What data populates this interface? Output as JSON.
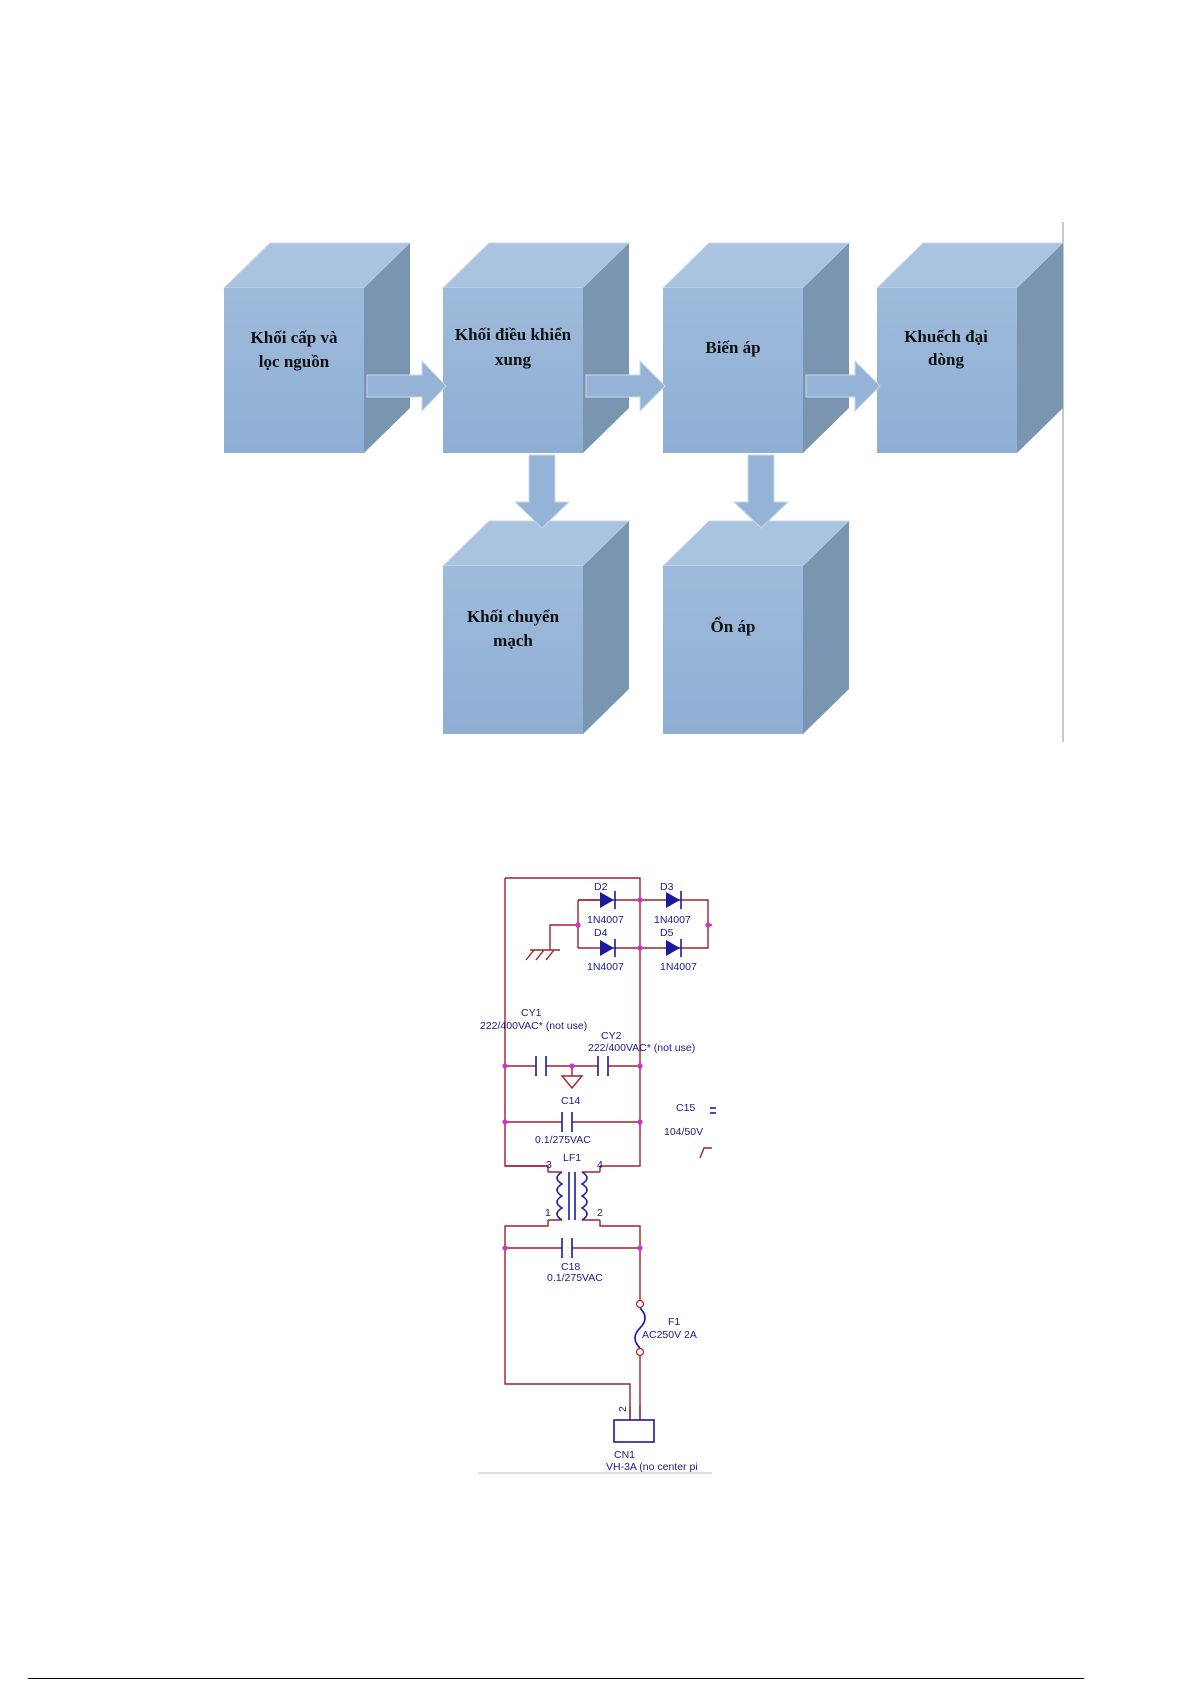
{
  "blocks": {
    "power_filter": [
      "Khối cấp và",
      "lọc nguồn"
    ],
    "pulse_control": [
      "Khối điều khiển",
      "xung"
    ],
    "transformer": [
      "Biến áp"
    ],
    "current_amp": [
      "Khuếch đại",
      "dòng"
    ],
    "switching": [
      "Khối chuyển",
      "mạch"
    ],
    "regulator": [
      "Ổn áp"
    ]
  },
  "colors": {
    "block_front": "#95b3d7",
    "block_top": "#a9c3e0",
    "block_side": "#7a95b0",
    "arrow": "#95b3d7",
    "wire": "#a0202a",
    "component": "#1a1aa0",
    "node": "#d030d0"
  },
  "schematic": {
    "D2": "D2",
    "D3": "D3",
    "D4": "D4",
    "D5": "D5",
    "diode_part": "1N4007",
    "CY1": "CY1",
    "CY1_val": "222/400VAC* (not use)",
    "CY2": "CY2",
    "CY2_val": "222/400VAC* (not use)",
    "C14": "C14",
    "C14_val": "0.1/275VAC",
    "C15": "C15",
    "C15_val": "104/50V",
    "LF1": "LF1",
    "pin1": "1",
    "pin2": "2",
    "pin3": "3",
    "pin4": "4",
    "C18": "C18",
    "C18_val": "0.1/275VAC",
    "F1": "F1",
    "F1_val": "AC250V 2A",
    "CN1": "CN1",
    "CN1_val": "VH-3A (no center pi",
    "cn_pin2": "2"
  }
}
